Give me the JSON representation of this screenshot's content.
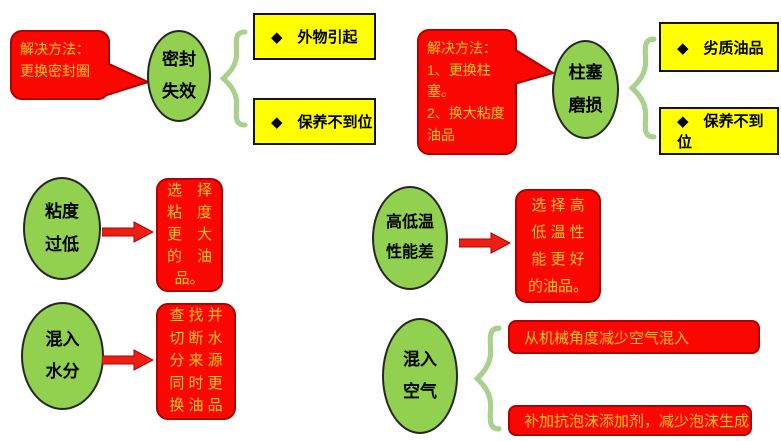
{
  "palette": {
    "shape_red": "#fb0702",
    "shape_red_border": "#ae0000",
    "ellipse_green": "#92d050",
    "box_yellow": "#ffff00",
    "brace_green": "#a9d18d",
    "text_on_red": "#ffc91e",
    "text_black": "#000000"
  },
  "seal": {
    "solution": "解决方法：\n更换密封圈",
    "cause": "密封\n失效",
    "causes": [
      "◆　外物引起",
      "◆　保养不到位"
    ]
  },
  "piston": {
    "solution": "解决方法：\n1、更换柱\n塞。\n2、换大粘度\n油品",
    "cause": "柱塞\n磨损",
    "causes": [
      "◆　劣质油品",
      "◆　保养不到位"
    ]
  },
  "viscosity": {
    "cause": "粘度\n过低",
    "solution": "选　择\n粘　度\n更　大\n的　油\n品。"
  },
  "temperature": {
    "cause": "高低温\n性能差",
    "solution": "选 择 高\n低 温 性\n能 更 好\n的油品。"
  },
  "water": {
    "cause": "混入\n水分",
    "solution": "查 找 并\n切 断 水\n分 来 源\n同 时 更\n换 油 品"
  },
  "air": {
    "cause": "混入\n空气",
    "solutions": [
      "从机械角度减少空气混入",
      "补加抗泡沫添加剂，减少泡沫生成"
    ]
  }
}
